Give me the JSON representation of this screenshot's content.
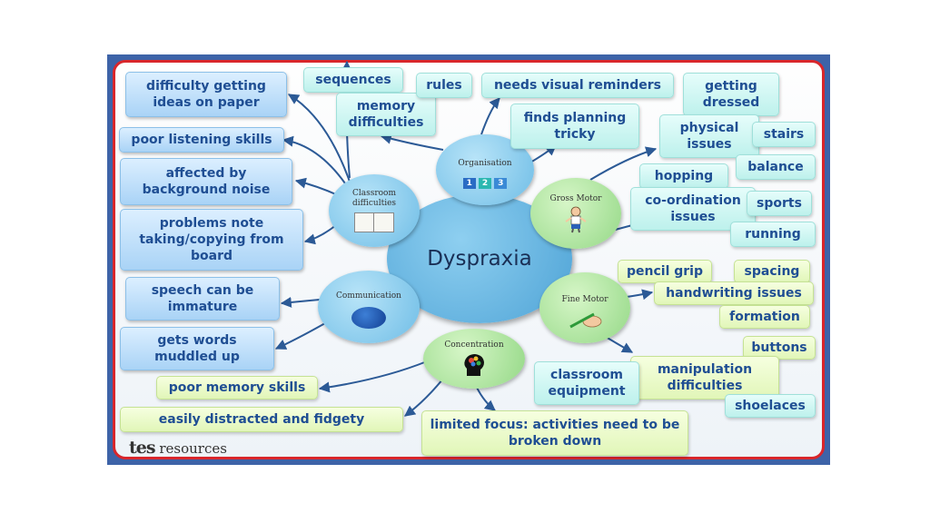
{
  "center": {
    "title": "Dyspraxia"
  },
  "hubs": {
    "organisation": "Organisation",
    "classroom": "Classroom difficulties",
    "gross_motor": "Gross Motor",
    "communication": "Communication",
    "fine_motor": "Fine Motor",
    "concentration": "Concentration"
  },
  "org_icon_numbers": [
    "1",
    "2",
    "3"
  ],
  "boxes": {
    "difficulty_ideas": "difficulty getting ideas on paper",
    "poor_listening": "poor listening skills",
    "background_noise": "affected by background noise",
    "note_taking": "problems note taking/copying from board",
    "speech": "speech can be immature",
    "muddled": "gets words muddled up",
    "poor_memory": "poor memory skills",
    "distracted": "easily distracted and fidgety",
    "limited_focus": "limited focus: activities need to be broken down",
    "sequences": "sequences",
    "memory_difficulties": "memory difficulties",
    "rules": "rules",
    "visual_reminders": "needs visual reminders",
    "planning": "finds planning tricky",
    "getting_dressed": "getting dressed",
    "physical": "physical issues",
    "stairs": "stairs",
    "balance": "balance",
    "hopping": "hopping",
    "coordination": "co-ordination issues",
    "sports": "sports",
    "running": "running",
    "pencil_grip": "pencil grip",
    "spacing": "spacing",
    "handwriting": "handwriting issues",
    "formation": "formation",
    "buttons": "buttons",
    "manipulation": "manipulation difficulties",
    "classroom_equipment": "classroom equipment",
    "shoelaces": "shoelaces"
  },
  "logo": {
    "brand": "tes",
    "suffix": "resources"
  },
  "colors": {
    "frame": "#d9262b",
    "slide_border": "#3d63a8",
    "text": "#1f4e93",
    "arrow": "#2c5a96"
  }
}
